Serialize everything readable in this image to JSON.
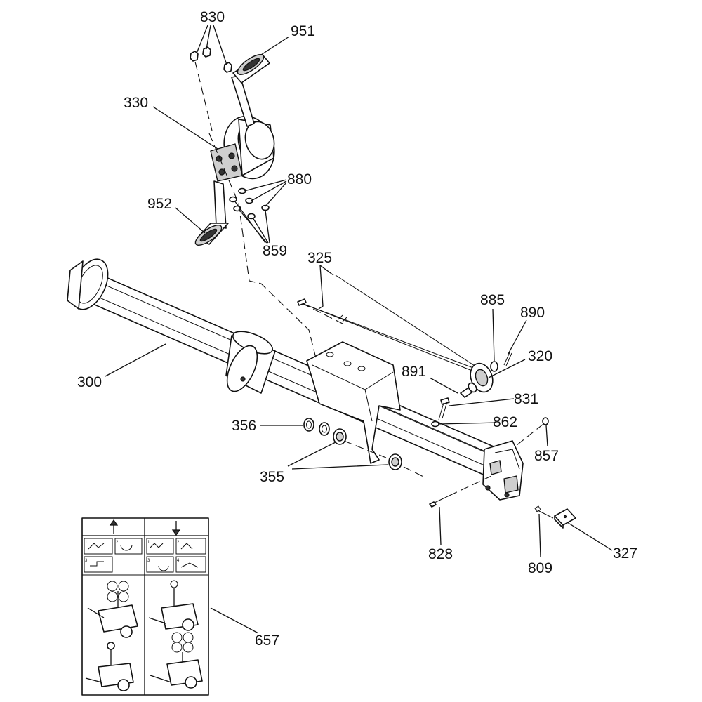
{
  "part_labels": [
    {
      "id": "830",
      "text": "830"
    },
    {
      "id": "951",
      "text": "951"
    },
    {
      "id": "330",
      "text": "330"
    },
    {
      "id": "880",
      "text": "880"
    },
    {
      "id": "952",
      "text": "952"
    },
    {
      "id": "859",
      "text": "859"
    },
    {
      "id": "325",
      "text": "325"
    },
    {
      "id": "885",
      "text": "885"
    },
    {
      "id": "890",
      "text": "890"
    },
    {
      "id": "320",
      "text": "320"
    },
    {
      "id": "891",
      "text": "891"
    },
    {
      "id": "300",
      "text": "300"
    },
    {
      "id": "831",
      "text": "831"
    },
    {
      "id": "862",
      "text": "862"
    },
    {
      "id": "356",
      "text": "356"
    },
    {
      "id": "857",
      "text": "857"
    },
    {
      "id": "355",
      "text": "355"
    },
    {
      "id": "828",
      "text": "828"
    },
    {
      "id": "809",
      "text": "809"
    },
    {
      "id": "327",
      "text": "327"
    },
    {
      "id": "657",
      "text": "657"
    }
  ],
  "decal": {
    "left_panel": {
      "arrow": "up",
      "steps": [
        "1",
        "2",
        "3"
      ]
    },
    "right_panel": {
      "arrow": "down",
      "steps": [
        "1",
        "2",
        "3",
        "4"
      ]
    }
  },
  "colors": {
    "line": "#111111",
    "background": "#ffffff"
  }
}
